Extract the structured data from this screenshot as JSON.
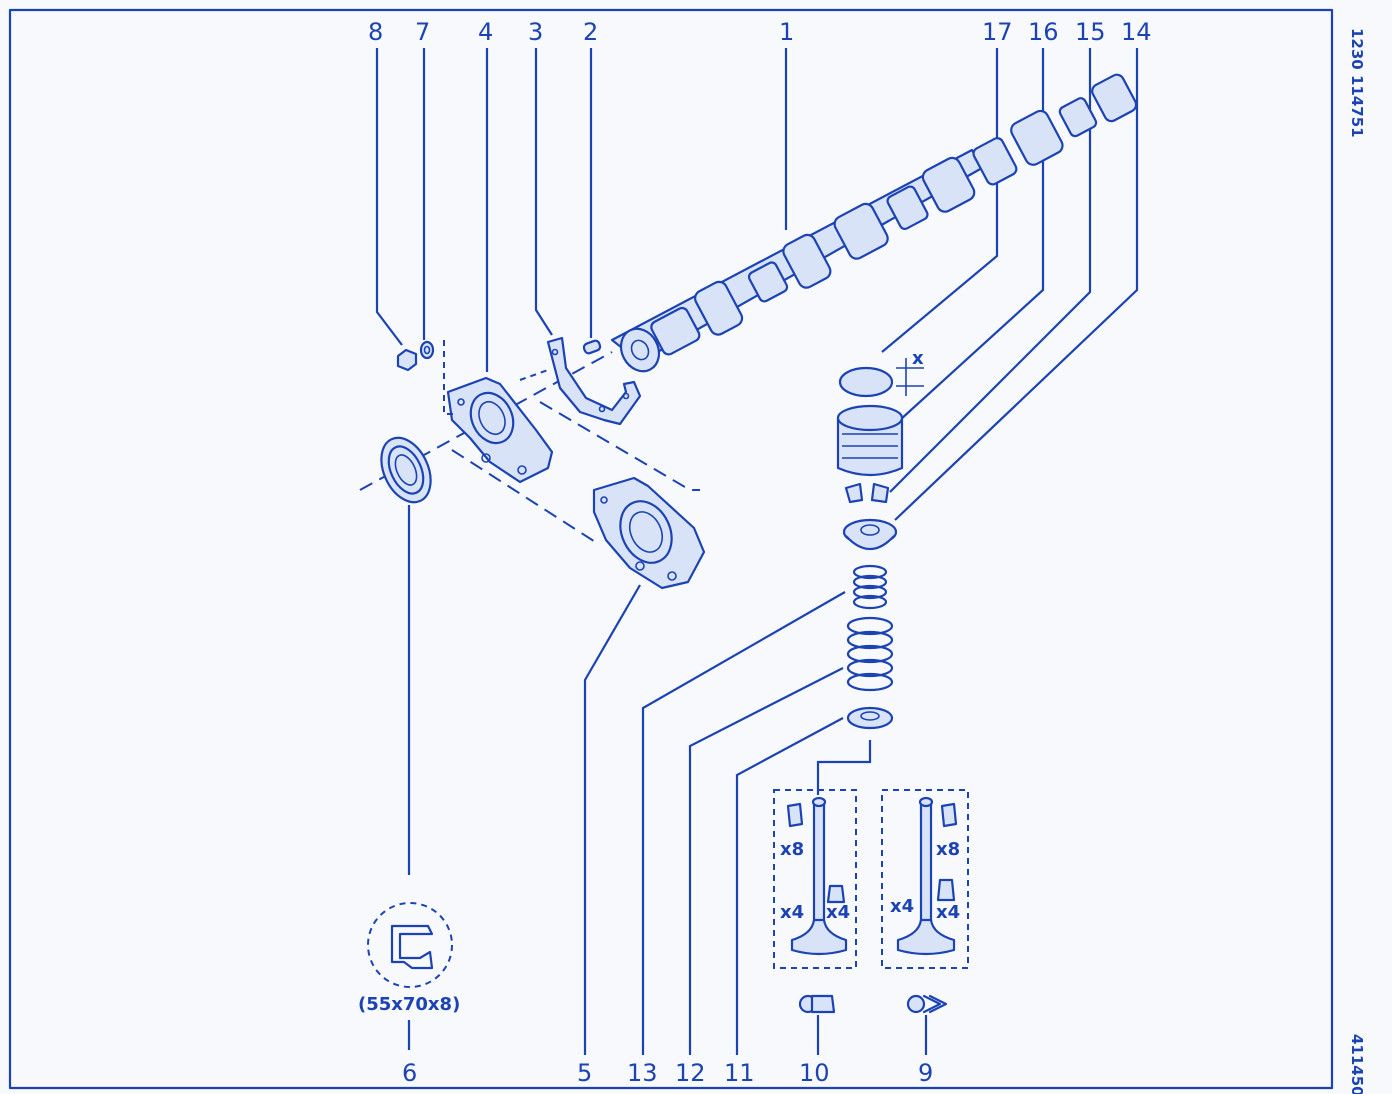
{
  "labels": {
    "l1": "1",
    "l2": "2",
    "l3": "3",
    "l4": "4",
    "l5": "5",
    "l6": "6",
    "l7": "7",
    "l8": "8",
    "l9": "9",
    "l10": "10",
    "l11": "11",
    "l12": "12",
    "l13": "13",
    "l14": "14",
    "l15": "15",
    "l16": "16",
    "l17": "17"
  },
  "annotations": {
    "seal_size": "(55x70x8)",
    "shim_dim": "x",
    "qty_collets_left": "x8",
    "qty_collets_right": "x8",
    "qty_valve_left": "x4",
    "qty_seal_left": "x4",
    "qty_valve_right": "x4",
    "qty_seal_right": "x4"
  },
  "side_codes": {
    "top": "1230  114751",
    "bottom": "411450"
  },
  "colors": {
    "ink": "#1b43b4",
    "background": "#f7f9fd"
  }
}
